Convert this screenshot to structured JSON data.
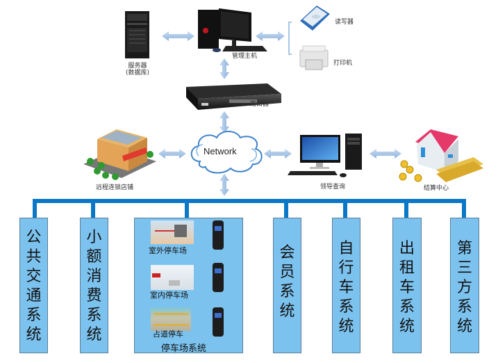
{
  "top": {
    "server_label_1": "服务器",
    "server_label_2": "(数据库)",
    "host_label": "管理主机",
    "reader_label": "读写器",
    "printer_label": "打印机",
    "router_label": "路由器"
  },
  "middle": {
    "network_label": "Network",
    "store_label": "远程连锁店铺",
    "leader_label": "领导查询",
    "settlement_label": "结算中心"
  },
  "subsystems": [
    {
      "name": "公共交通系统",
      "chars": [
        "公",
        "共",
        "交",
        "通",
        "系",
        "统"
      ]
    },
    {
      "name": "小额消费系统",
      "chars": [
        "小",
        "额",
        "消",
        "费",
        "系",
        "统"
      ]
    },
    {
      "name": "停车场系统",
      "items": [
        "室外停车场",
        "室内停车场",
        "占道停车"
      ]
    },
    {
      "name": "会员系统",
      "chars": [
        "会",
        "员",
        "系",
        "统"
      ]
    },
    {
      "name": "自行车系统",
      "chars": [
        "自",
        "行",
        "车",
        "系",
        "统"
      ]
    },
    {
      "name": "出租车系统",
      "chars": [
        "出",
        "租",
        "车",
        "系",
        "统"
      ]
    },
    {
      "name": "第三方系统",
      "chars": [
        "第",
        "三",
        "方",
        "系",
        "统"
      ]
    }
  ],
  "colors": {
    "bus": "#0a78c6",
    "box": "#7cc2ee",
    "arrow": "#a9c6e6"
  }
}
